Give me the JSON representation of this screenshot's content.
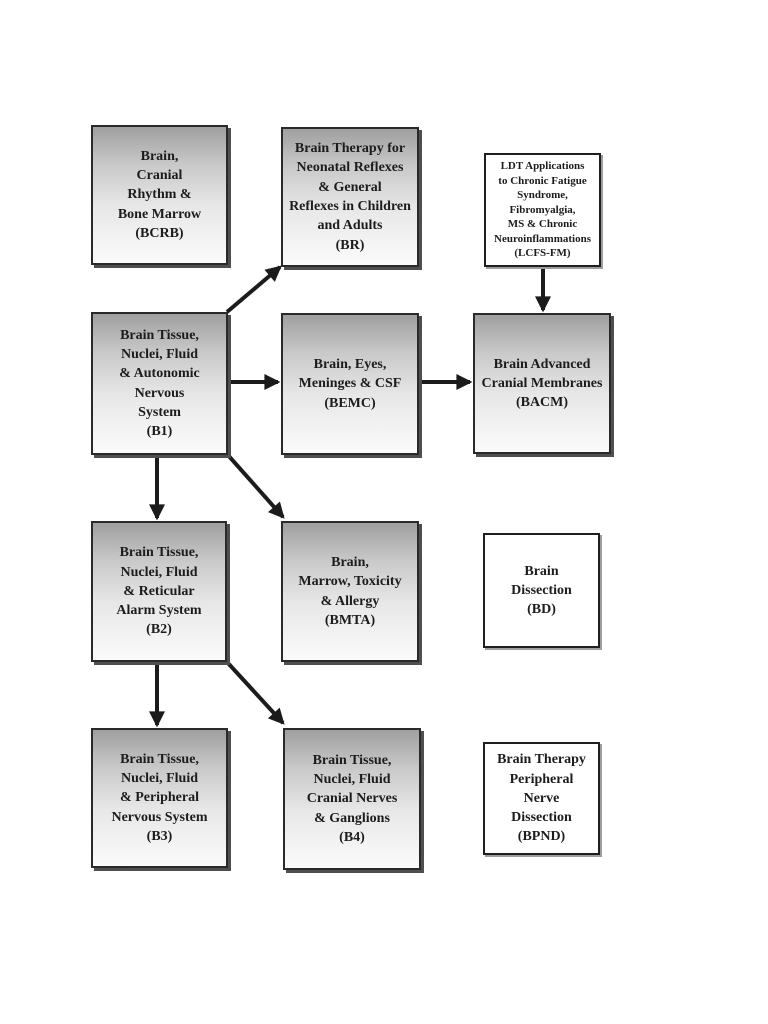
{
  "diagram": {
    "boxes": {
      "bcrb": {
        "code": "BCRB",
        "label": "Brain,\nCranial\nRhythm &\nBone Marrow\n(BCRB)"
      },
      "br": {
        "code": "BR",
        "label": "Brain Therapy for\nNeonatal Reflexes\n& General\nReflexes in Children\nand Adults\n(BR)"
      },
      "lcfs": {
        "code": "LCFS-FM",
        "label": "LDT Applications\nto Chronic Fatigue\nSyndrome,\nFibromyalgia,\nMS & Chronic\nNeuroinflammations\n(LCFS-FM)"
      },
      "b1": {
        "code": "B1",
        "label": "Brain Tissue,\nNuclei, Fluid\n& Autonomic\nNervous\nSystem\n(B1)"
      },
      "bemc": {
        "code": "BEMC",
        "label": "Brain, Eyes,\nMeninges & CSF\n(BEMC)"
      },
      "bacm": {
        "code": "BACM",
        "label": "Brain Advanced\nCranial Membranes\n(BACM)"
      },
      "b2": {
        "code": "B2",
        "label": "Brain Tissue,\nNuclei, Fluid\n& Reticular\nAlarm System\n(B2)"
      },
      "bmta": {
        "code": "BMTA",
        "label": "Brain,\nMarrow, Toxicity\n& Allergy\n(BMTA)"
      },
      "bd": {
        "code": "BD",
        "label": "Brain\nDissection\n(BD)"
      },
      "b3": {
        "code": "B3",
        "label": "Brain Tissue,\nNuclei, Fluid\n& Peripheral\nNervous System\n(B3)"
      },
      "b4": {
        "code": "B4",
        "label": "Brain Tissue,\nNuclei, Fluid\nCranial Nerves\n& Ganglions\n(B4)"
      },
      "bpnd": {
        "code": "BPND",
        "label": "Brain Therapy\nPeripheral\nNerve\nDissection\n(BPND)"
      }
    },
    "colors": {
      "arrow": "#1b1b1b",
      "box_border": "#2a2a2a",
      "gradient_top": "#9f9f9f",
      "gradient_bottom": "#fbfbfb",
      "gradient_shadow": "#4f4f4f",
      "plain_background": "#ffffff",
      "text": "#1c1c1c"
    }
  }
}
